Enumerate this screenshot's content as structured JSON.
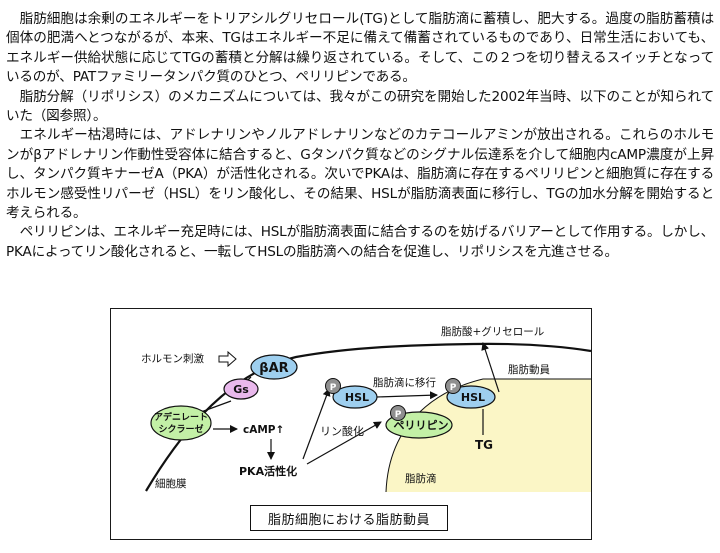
{
  "article": {
    "paragraphs": [
      "脂肪細胞は余剰のエネルギーをトリアシルグリセロール(TG)として脂肪滴に蓄積し、肥大する。過度の脂肪蓄積は個体の肥満へとつながるが、本来、TGはエネルギー不足に備えて備蓄されているものであり、日常生活においても、エネルギー供給状態に応じてTGの蓄積と分解は繰り返されている。そして、この２つを切り替えるスイッチとなっているのが、PATファミリータンパク質のひとつ、ペリリピンである。",
      "脂肪分解（リポリシス）のメカニズムについては、我々がこの研究を開始した2002年当時、以下のことが知られていた（図参照）。",
      "エネルギー枯渇時には、アドレナリンやノルアドレナリンなどのカテコールアミンが放出される。これらのホルモンがβアドレナリン作動性受容体に結合すると、Gタンパク質などのシグナル伝達系を介して細胞内cAMP濃度が上昇し、タンパク質キナーゼA（PKA）が活性化される。次いでPKAは、脂肪滴に存在するペリリピンと細胞質に存在するホルモン感受性リパーゼ（HSL）をリン酸化し、その結果、HSLが脂肪滴表面に移行し、TGの加水分解を開始すると考えられる。",
      "ペリリピンは、エネルギー充足時には、HSLが脂肪滴表面に結合するのを妨げるバリアーとして作用する。しかし、PKAによってリン酸化されると、一転してHSLの脂肪滴への結合を促進し、リポリシスを亢進させる。"
    ]
  },
  "figure": {
    "caption": "脂肪細胞における脂肪動員",
    "labels": {
      "hormone": "ホルモン刺激",
      "beta_ar": "βAR",
      "gs": "Gs",
      "adenylate_cyclase_line1": "アデニレート",
      "adenylate_cyclase_line2": "シクラーゼ",
      "camp": "cAMP↑",
      "pka": "PKA活性化",
      "cell_membrane": "細胞膜",
      "phospho_p": "P",
      "hsl": "HSL",
      "move_to_droplet": "脂肪滴に移行",
      "phosphorylation": "リン酸化",
      "perilipin": "ペリリピン",
      "products": "脂肪酸+グリセロール",
      "lipid_mobilization": "脂肪動員",
      "tg": "TG",
      "lipid_droplet": "脂肪滴"
    },
    "colors": {
      "beta_ar": "#9ecfef",
      "gs": "#e9b8ec",
      "adenylate_cyclase": "#c3f0a6",
      "hsl": "#9ecfef",
      "perilipin": "#c3f0a6",
      "phospho": "#8f8f8f",
      "droplet": "#fbf6c6"
    }
  }
}
